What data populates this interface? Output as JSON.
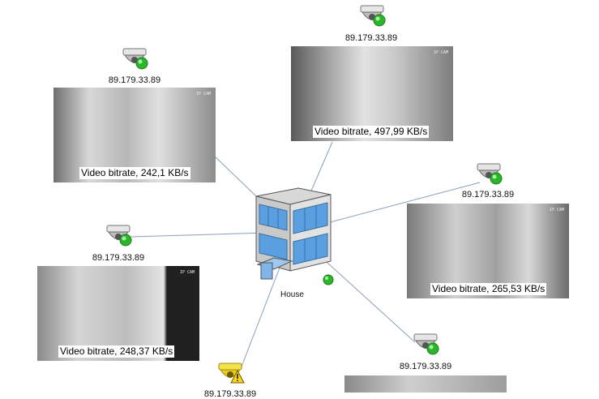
{
  "map": {
    "hub": {
      "label": "House",
      "status": "online"
    },
    "cameras": [
      {
        "id": "cam-top-left",
        "ip": "89.179.33.89",
        "status": "online",
        "bitrate": "Video bitrate, 242,1 KB/s"
      },
      {
        "id": "cam-top-center",
        "ip": "89.179.33.89",
        "status": "online",
        "bitrate": "Video bitrate, 497,99 KB/s"
      },
      {
        "id": "cam-right",
        "ip": "89.179.33.89",
        "status": "online",
        "bitrate": "Video bitrate, 265,53 KB/s"
      },
      {
        "id": "cam-left",
        "ip": "89.179.33.89",
        "status": "online",
        "bitrate": "Video bitrate, 248,37 KB/s"
      },
      {
        "id": "cam-bottom-right",
        "ip": "89.179.33.89",
        "status": "online"
      },
      {
        "id": "cam-bottom-left",
        "ip": "89.179.33.89",
        "status": "warning"
      }
    ]
  },
  "colors": {
    "online": "#2bb52b",
    "warning": "#f2d21b",
    "link": "#8aa0b8"
  }
}
